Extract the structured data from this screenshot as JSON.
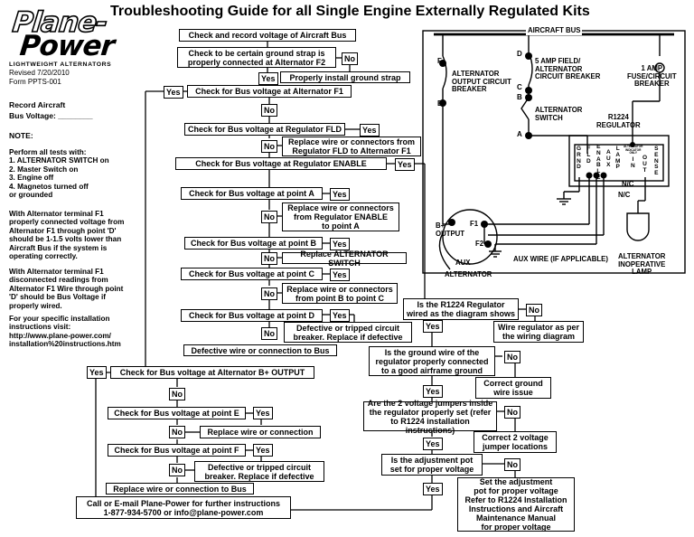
{
  "title": "Troubleshooting Guide for all Single Engine Externally Regulated Kits",
  "logo": {
    "line1": "Plane-",
    "line2": "Power",
    "tagline": "LIGHTWEIGHT ALTERNATORS"
  },
  "revision": "Revised 7/20/2010",
  "form": "Form PPTS-001",
  "record": {
    "line1": "Record Aircraft",
    "line2": "Bus Voltage: ________"
  },
  "note_label": "NOTE:",
  "note_tests": "Perform all tests with:\n  1. ALTERNATOR SWITCH on\n  2. Master Switch on\n  3. Engine off\n  4. Magnetos turned off\n      or grounded",
  "note_connected": "With Alternator terminal F1\nproperly connected voltage from\nAlternator F1 through point 'D'\nshould be 1-1.5 volts lower than\nAircraft Bus if the system is\noperating correctly.",
  "note_disconnected": "With Alternator terminal F1\ndisconnected readings from\nAlternator F1 Wire through point\n'D' should be Bus Voltage if\nproperly wired.",
  "note_url": "For your specific installation\ninstructions visit:\nhttp://www.plane-power.com/\ninstallation%20instructions.htm",
  "flow": {
    "check_bus": "Check and record voltage of Aircraft Bus",
    "ground_strap": "Check to be certain ground strap is\nproperly connected at Alternator F2",
    "install_strap": "Properly install ground strap",
    "check_f1": "Check for Bus voltage at Alternator F1",
    "check_fld": "Check for Bus voltage at Regulator FLD",
    "replace_fld": "Replace wire or connectors from\nRegulator FLD to Alternator F1",
    "check_enable": "Check for Bus voltage at Regulator ENABLE",
    "check_a": "Check for Bus voltage at point A",
    "replace_enable": "Replace wire or connectors\nfrom Regulator ENABLE\nto point A",
    "check_b": "Check for Bus voltage at point B",
    "replace_switch": "Replace ALTERNATOR SWITCH",
    "check_c": "Check for Bus voltage at point C",
    "replace_bc": "Replace wire or connectors\nfrom point B to point C",
    "check_d": "Check for Bus voltage at point D",
    "defective_cb": "Defective or tripped circuit\nbreaker.  Replace if defective",
    "defective_bus": "Defective wire or connection to Bus",
    "check_bplus": "Check for Bus voltage at Alternator B+ OUTPUT",
    "check_e": "Check for Bus voltage at point E",
    "replace_wire": "Replace wire or connection",
    "check_f": "Check for Bus voltage at point F",
    "defective_cb2": "Defective or tripped circuit\nbreaker.  Replace if defective",
    "replace_bus": "Replace wire or connection to Bus",
    "call": "Call or E-mail Plane-Power for further instructions\n1-877-934-5700 or info@plane-power.com",
    "q_wired": "Is the R1224 Regulator\nwired as the diagram shows",
    "a_rewire": "Wire regulator as per\nthe wiring diagram",
    "q_ground": "Is the ground wire of the\nregulator properly connected\nto a good airframe ground",
    "a_ground": "Correct ground\nwire issue",
    "q_jumpers": "Are the 2 voltage jumpers inside\nthe regulator properly set (refer\nto R1224 installation instructions)",
    "a_jumpers": "Correct 2 voltage\njumper locations",
    "q_pot": "Is the adjustment pot\nset for proper voltage",
    "a_pot": "Set the adjustment\npot for proper voltage\nRefer to R1224 Installation\nInstructions and Aircraft\nMaintenance Manual\nfor proper voltage"
  },
  "answers": {
    "yes": "Yes",
    "no": "No"
  },
  "wiring": {
    "aircraft_bus": "AIRCRAFT BUS",
    "alt_output_cb": "ALTERNATOR\nOUTPUT CIRCUIT\nBREAKER",
    "field_cb": "5 AMP FIELD/\nALTERNATOR\nCIRCUIT BREAKER",
    "fuse_cb": "1 AMP\nFUSE/CIRCUIT\nBREAKER",
    "alt_switch": "ALTERNATOR\nSWITCH",
    "regulator": "R1224\nREGULATOR",
    "pins": {
      "grnd": "G\nR\nN\nD",
      "fld": "F\nL\nD",
      "enable": "E\nN\nA\nB\nL\nE",
      "aux": "A\nU\nX",
      "lamp": "L\nA\nM\nP",
      "sense": "S\nE\nN\nS\nE"
    },
    "alternator_pin": "ALTERNATOR\nINDICATOR\nONLY",
    "in": "I\nN",
    "out": "O\nU\nT",
    "nc1": "N/C",
    "nc2": "N/C",
    "bplus": "B+\nOUTPUT",
    "f1": "F1",
    "f2": "F2",
    "aux": "AUX",
    "alternator": "ALTERNATOR",
    "aux_wire": "AUX WIRE (IF APPLICABLE)",
    "lamp": "ALTERNATOR\nINOPERATIVE\nLAMP",
    "points": {
      "a": "A",
      "b": "B",
      "c": "C",
      "d": "D",
      "e": "E",
      "f": "F"
    }
  }
}
